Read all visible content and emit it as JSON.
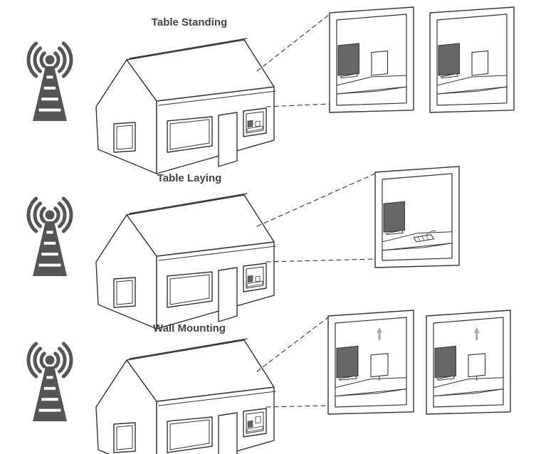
{
  "sections": [
    {
      "id": "table-standing",
      "title": "Table Standing",
      "mount": "standing",
      "views": 2
    },
    {
      "id": "table-laying",
      "title": "Table Laying",
      "mount": "laying",
      "views": 1
    },
    {
      "id": "wall-mounting",
      "title": "Wall Mounting",
      "mount": "wall",
      "views": 2
    }
  ],
  "colors": {
    "line": "#333333",
    "tower": "#555555",
    "monitor": "#666666",
    "frame": "#ffffff",
    "arrow": "#aaaaaa"
  },
  "icons": {
    "tower": "cell-tower-icon",
    "house": "house-icon",
    "window": "window-view-icon",
    "monitor": "monitor-icon",
    "antenna": "panel-antenna-icon",
    "arrow": "up-arrow-icon"
  }
}
